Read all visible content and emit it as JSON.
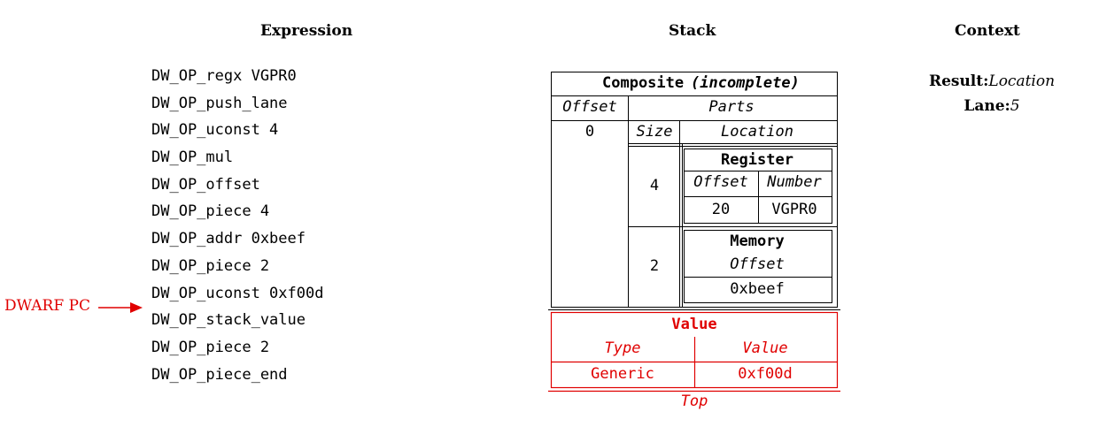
{
  "headers": {
    "expression": "Expression",
    "stack": "Stack",
    "context": "Context"
  },
  "expression": [
    "DW_OP_regx VGPR0",
    "DW_OP_push_lane",
    "DW_OP_uconst 4",
    "DW_OP_mul",
    "DW_OP_offset",
    "DW_OP_piece 4",
    "DW_OP_addr 0xbeef",
    "DW_OP_piece 2",
    "DW_OP_uconst 0xf00d",
    "DW_OP_stack_value",
    "DW_OP_piece 2",
    "DW_OP_piece_end"
  ],
  "pc_label": "DWARF PC",
  "context": {
    "result_label": "Result:",
    "result_value": "Location",
    "lane_label": "Lane:",
    "lane_value": "5"
  },
  "stack": {
    "composite": {
      "title": "Composite",
      "title_note": "(incomplete)",
      "offset_header": "Offset",
      "parts_header": "Parts",
      "offset_value": "0",
      "size_header": "Size",
      "location_header": "Location",
      "parts": [
        {
          "size": "4",
          "kind": "Register",
          "col1_header": "Offset",
          "col2_header": "Number",
          "col1_value": "20",
          "col2_value": "VGPR0"
        },
        {
          "size": "2",
          "kind": "Memory",
          "col1_header": "Offset",
          "col1_value": "0xbeef"
        }
      ]
    },
    "value": {
      "title": "Value",
      "type_header": "Type",
      "value_header": "Value",
      "type_value": "Generic",
      "value_value": "0xf00d"
    },
    "top_label": "Top"
  },
  "colors": {
    "highlight": "#e00000",
    "ink": "#000000"
  }
}
